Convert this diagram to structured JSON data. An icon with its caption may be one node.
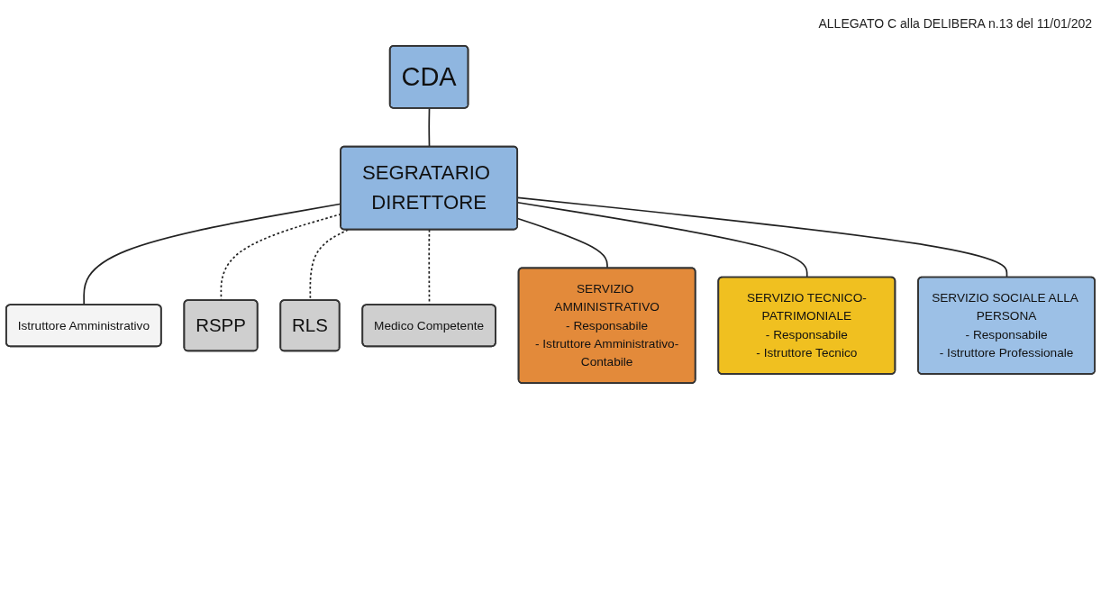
{
  "diagram": {
    "nodes": [
      {
        "text": [
          "CDA"
        ]
      },
      {
        "text": [
          "SEGRATARIO DIRETTORE"
        ]
      },
      {
        "text": [
          "Istruttore Amministrativo"
        ]
      },
      {
        "text": [
          "RSPP"
        ]
      },
      {
        "text": [
          "RLS"
        ]
      },
      {
        "text": [
          "Medico Competente"
        ]
      },
      {
        "text": [
          "SERVIZIO AMMINISTRATIVO",
          "- Responsabile",
          "- Istruttore Amministrativo-Contabile"
        ]
      },
      {
        "text": [
          "SERVIZIO TECNICO-PATRIMONIALE",
          "- Responsabile",
          "- Istruttore Tecnico"
        ]
      },
      {
        "text": [
          "SERVIZIO SOCIALE ALLA PERSONA",
          "- Responsabile",
          "- Istruttore Professionale"
        ]
      }
    ],
    "edges": [
      {
        "from": 0,
        "to": 1,
        "arrow": "none"
      },
      {
        "from": 1,
        "to": 2,
        "arrow": "none"
      },
      {
        "from": 1,
        "to": 3,
        "arrow": "none",
        "style": "dashed"
      },
      {
        "from": 1,
        "to": 4,
        "arrow": "none",
        "style": "dashed"
      },
      {
        "from": 1,
        "to": 5,
        "arrow": "none",
        "style": "dashed"
      },
      {
        "from": 1,
        "to": 6,
        "arrow": "none"
      },
      {
        "from": 1,
        "to": 7,
        "arrow": "none"
      },
      {
        "from": 1,
        "to": 8,
        "arrow": "none"
      }
    ],
    "labels": [
      "ALLEGATO C alla DELIBERA n.13 del 11/01/202"
    ]
  }
}
